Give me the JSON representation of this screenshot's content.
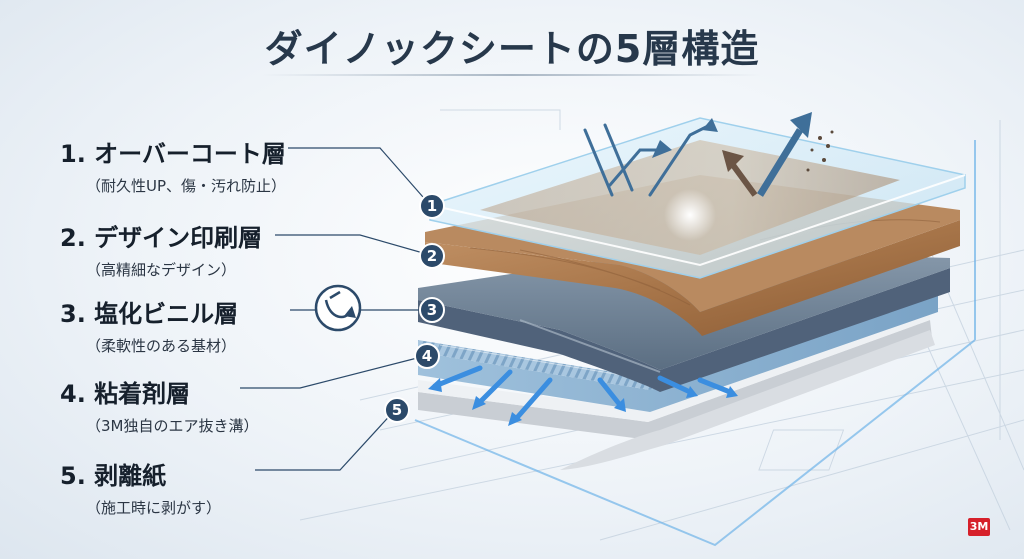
{
  "title": "ダイノックシートの5層構造",
  "layers": [
    {
      "number": "1",
      "name": "1. オーバーコート層",
      "desc": "（耐久性UP、傷・汚れ防止）"
    },
    {
      "number": "2",
      "name": "2. デザイン印刷層",
      "desc": "（高精細なデザイン）"
    },
    {
      "number": "3",
      "name": "3. 塩化ビニル層",
      "desc": "（柔軟性のある基材）"
    },
    {
      "number": "4",
      "name": "4. 粘着剤層",
      "desc": "（3M独自のエア抜き溝）"
    },
    {
      "number": "5",
      "name": "5. 剥離紙",
      "desc": "（施工時に剥がす）"
    }
  ],
  "logo": "3M",
  "colors": {
    "overcoat": "#cfe6f3",
    "wood": "#a8764a",
    "vinyl": "#6d8196",
    "adhesive": "#8fb4d3",
    "liner": "#e3e6ea",
    "badge": "#2c4a6a",
    "arrow_blue": "#3b8ee0"
  },
  "icons": [
    "flexibility-icon",
    "arrow-up-icon",
    "air-flow-arrow-icon"
  ]
}
